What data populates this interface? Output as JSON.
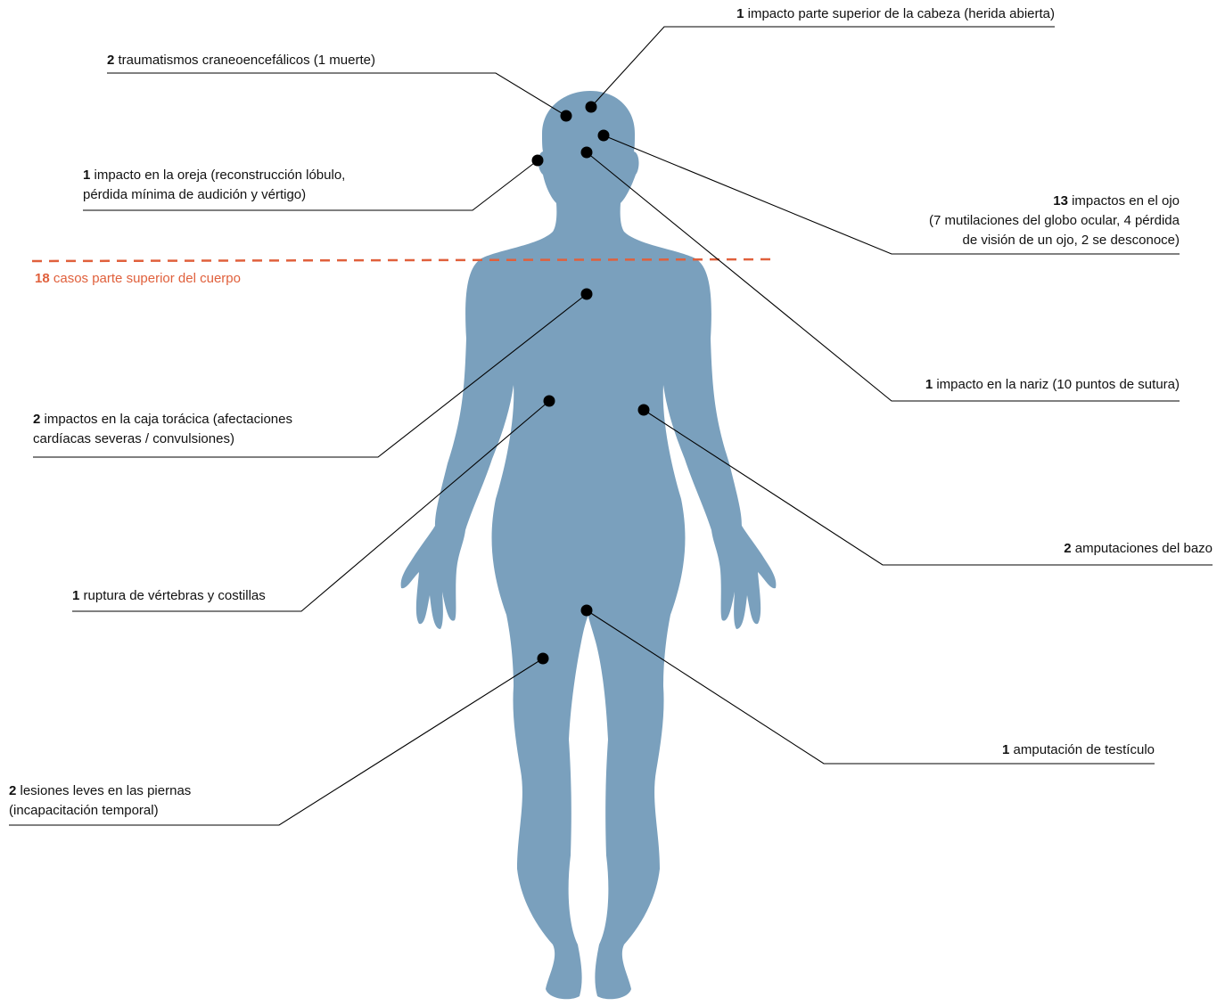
{
  "colors": {
    "body_fill": "#7aa0bd",
    "dot": "#000000",
    "leader_line": "#000000",
    "divider": "#e0603c"
  },
  "divider_label": {
    "count": "18",
    "text": " casos parte superior del cuerpo"
  },
  "annotations": [
    {
      "id": "head-top",
      "count": "1",
      "line1": " impacto parte superior de la cabeza (herida abierta)",
      "line2": ""
    },
    {
      "id": "tce",
      "count": "2",
      "line1": " traumatismos craneoencefálicos (1 muerte)",
      "line2": ""
    },
    {
      "id": "ear",
      "count": "1",
      "line1": " impacto en la oreja (reconstrucción lóbulo,",
      "line2": "pérdida mínima de audición y vértigo)"
    },
    {
      "id": "eye",
      "count": "13",
      "line1": " impactos en el ojo",
      "line2": "(7 mutilaciones del globo ocular, 4 pérdida",
      "line3": "de visión de un ojo, 2 se desconoce)"
    },
    {
      "id": "nose",
      "count": "1",
      "line1": " impacto en la nariz (10 puntos de sutura)",
      "line2": ""
    },
    {
      "id": "ribcage",
      "count": "2",
      "line1": " impactos en la caja torácica (afectaciones",
      "line2": "cardíacas severas / convulsiones)"
    },
    {
      "id": "spleen",
      "count": "2",
      "line1": " amputaciones del bazo",
      "line2": ""
    },
    {
      "id": "vertebrae",
      "count": "1",
      "line1": " ruptura de vértebras y costillas",
      "line2": ""
    },
    {
      "id": "testicle",
      "count": "1",
      "line1": " amputación de testículo",
      "line2": ""
    },
    {
      "id": "legs",
      "count": "2",
      "line1": " lesiones leves en las piernas",
      "line2": "(incapacitación temporal)"
    }
  ]
}
